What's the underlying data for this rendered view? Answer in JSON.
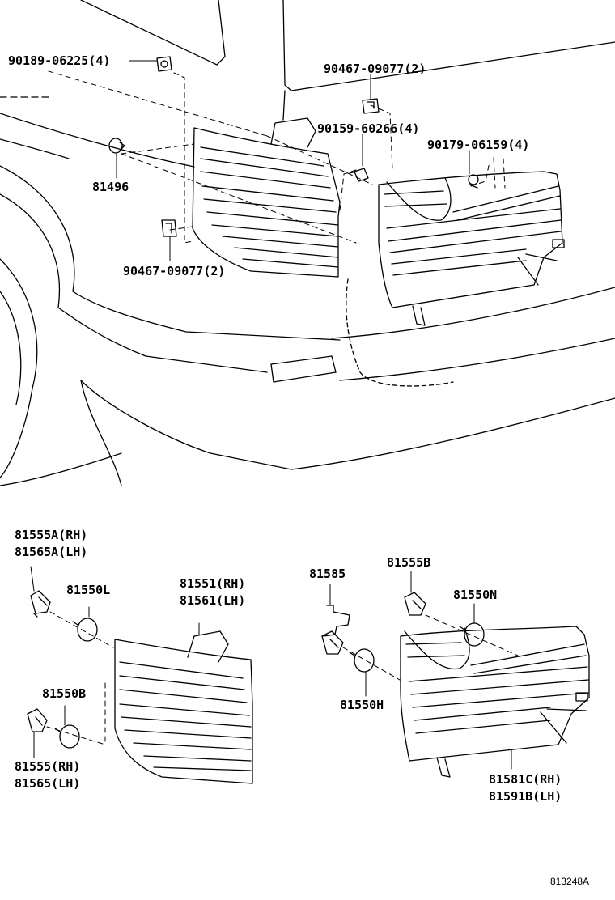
{
  "labels": {
    "p1": "90189-06225(4)",
    "p2": "90467-09077(2)",
    "p3": "90159-60266(4)",
    "p4": "90179-06159(4)",
    "p5": "81496",
    "p6": "90467-09077(2)",
    "p7a": "81555A(RH)",
    "p7b": "81565A(LH)",
    "p8": "81550L",
    "p9a": "81551(RH)",
    "p9b": "81561(LH)",
    "p10": "81585",
    "p11": "81555B",
    "p12": "81550N",
    "p13": "81550B",
    "p14": "81550H",
    "p15a": "81555(RH)",
    "p15b": "81565(LH)",
    "p16a": "81581C(RH)",
    "p16b": "81591B(LH)"
  },
  "diagram_code": "813248A"
}
